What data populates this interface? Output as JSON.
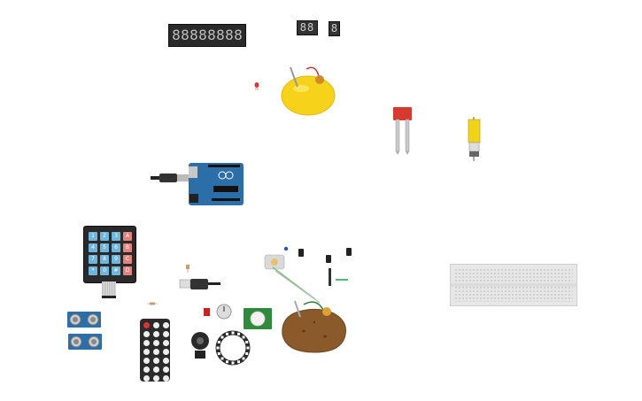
{
  "canvas": {
    "background": "#ffffff"
  },
  "seven_segment_8digit": {
    "digits": [
      "8",
      "8",
      "8",
      "8",
      "8",
      "8",
      "8",
      "8"
    ],
    "color": "#2a2a2a"
  },
  "seven_segment_2digit": {
    "digits": [
      "8",
      "8"
    ]
  },
  "seven_segment_1digit": {
    "digit": "8"
  },
  "keypad": {
    "keys": [
      "1",
      "2",
      "3",
      "A",
      "4",
      "5",
      "6",
      "B",
      "7",
      "8",
      "9",
      "C",
      "*",
      "0",
      "#",
      "D"
    ],
    "key_color_digit": "#6fb5dc",
    "key_color_letter": "#e2837f"
  },
  "remote": {
    "buttons": 21
  },
  "neopixel_ring": {
    "leds": 16
  },
  "components": {
    "arduino": "arduino-uno-board",
    "lemon": "lemon-battery",
    "potato": "potato-battery",
    "breadboard": "half-breadboard"
  },
  "colors": {
    "arduino_blue": "#2c6ea8",
    "lemon_yellow": "#f6d31a",
    "potato_brown": "#8b5a2b",
    "moisture_red": "#d63a2e",
    "motor_yellow": "#f1d319",
    "pir_green": "#2f8a3c",
    "breadboard_bg": "#e7e7e7"
  }
}
